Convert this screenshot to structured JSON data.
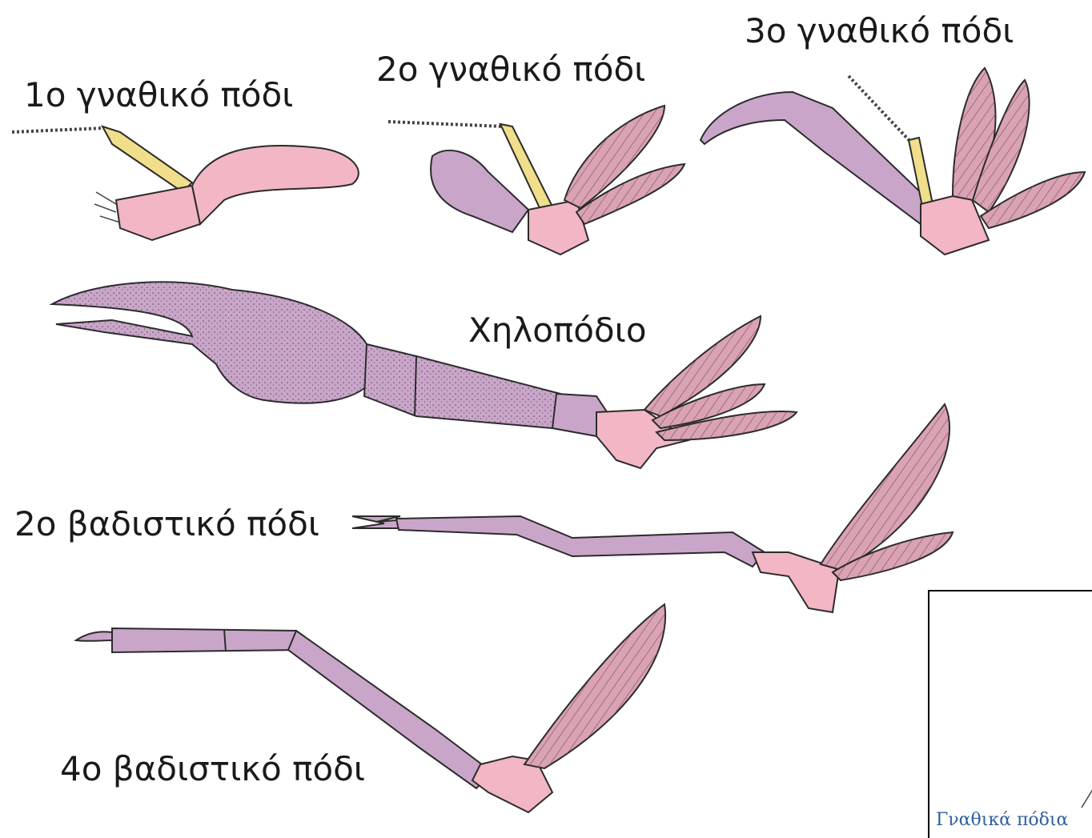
{
  "labels": {
    "maxilliped_1": "1ο γναθικό πόδι",
    "maxilliped_2": "2ο γναθικό πόδι",
    "maxilliped_3": "3ο γναθικό πόδι",
    "cheliped": "Χηλοπόδιο",
    "pereiopod_2": "2ο βαδιστικό πόδι",
    "pereiopod_4": "4ο βαδιστικό πόδι"
  },
  "inset": {
    "caption": "Γναθικά πόδια"
  },
  "colors": {
    "lavender": "#c9a6c9",
    "pink": "#f2b6c4",
    "feather": "#d9a3b3",
    "yellow": "#f1de8a",
    "outline": "#2b2b2b",
    "caption_blue": "#2f5f9e"
  }
}
